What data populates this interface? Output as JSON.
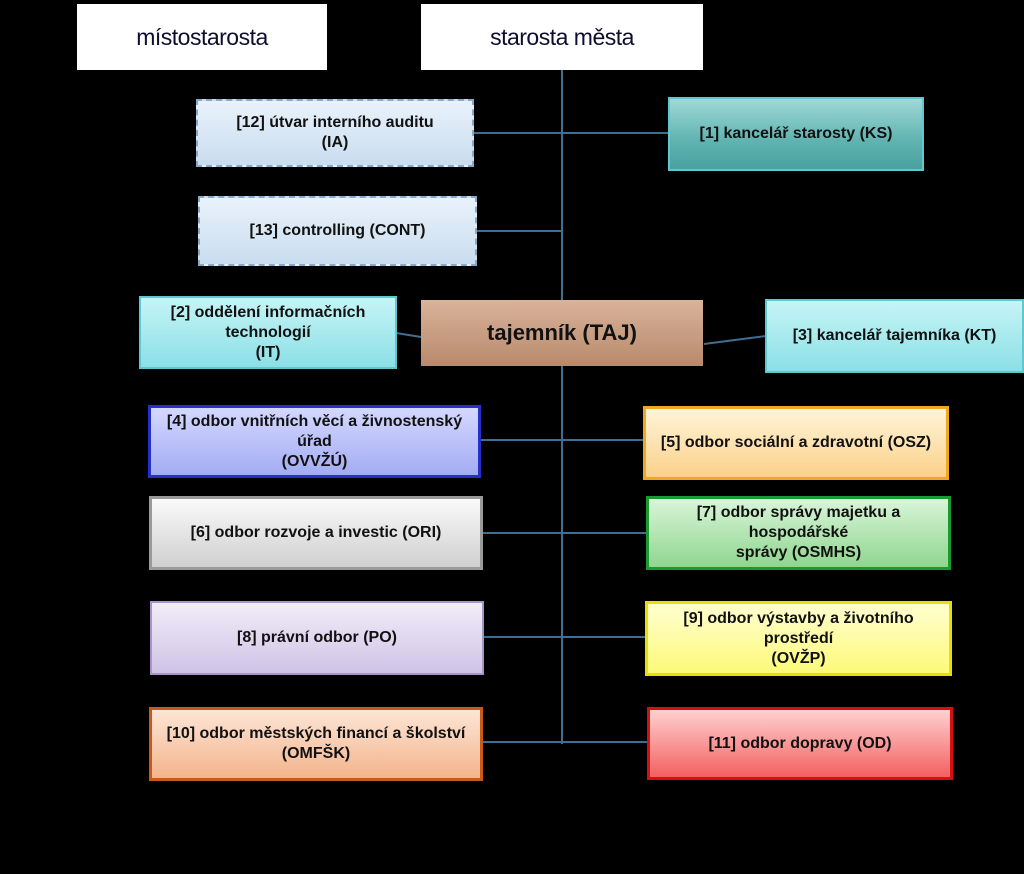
{
  "top": {
    "deputy_mayor": "místostarosta",
    "mayor": "starosta města"
  },
  "secretary": "tajemník (TAJ)",
  "units": {
    "ia": [
      "[12] útvar interního auditu",
      "(IA)"
    ],
    "ks": [
      "[1] kancelář starosty (KS)"
    ],
    "cont": [
      "[13] controlling (CONT)"
    ],
    "it": [
      "[2] oddělení informačních technologií",
      "(IT)"
    ],
    "kt": [
      "[3] kancelář tajemníka (KT)"
    ],
    "ovvzu": [
      "[4] odbor vnitřních věcí a živnostenský úřad",
      "(OVVŽÚ)"
    ],
    "osz": [
      "[5] odbor sociální a zdravotní (OSZ)"
    ],
    "ori": [
      "[6] odbor rozvoje a investic (ORI)"
    ],
    "osmhs": [
      "[7] odbor správy majetku a hospodářské",
      "správy (OSMHS)"
    ],
    "po": [
      "[8] právní odbor (PO)"
    ],
    "ovzp": [
      "[9] odbor výstavby a životního prostředí",
      "(OVŽP)"
    ],
    "omfsk": [
      "[10] odbor městských financí a školství (OMFŠK)"
    ],
    "od": [
      "[11] odbor dopravy (OD)"
    ]
  },
  "colors": {
    "connector": "#3f6e93",
    "background": "#000000"
  }
}
